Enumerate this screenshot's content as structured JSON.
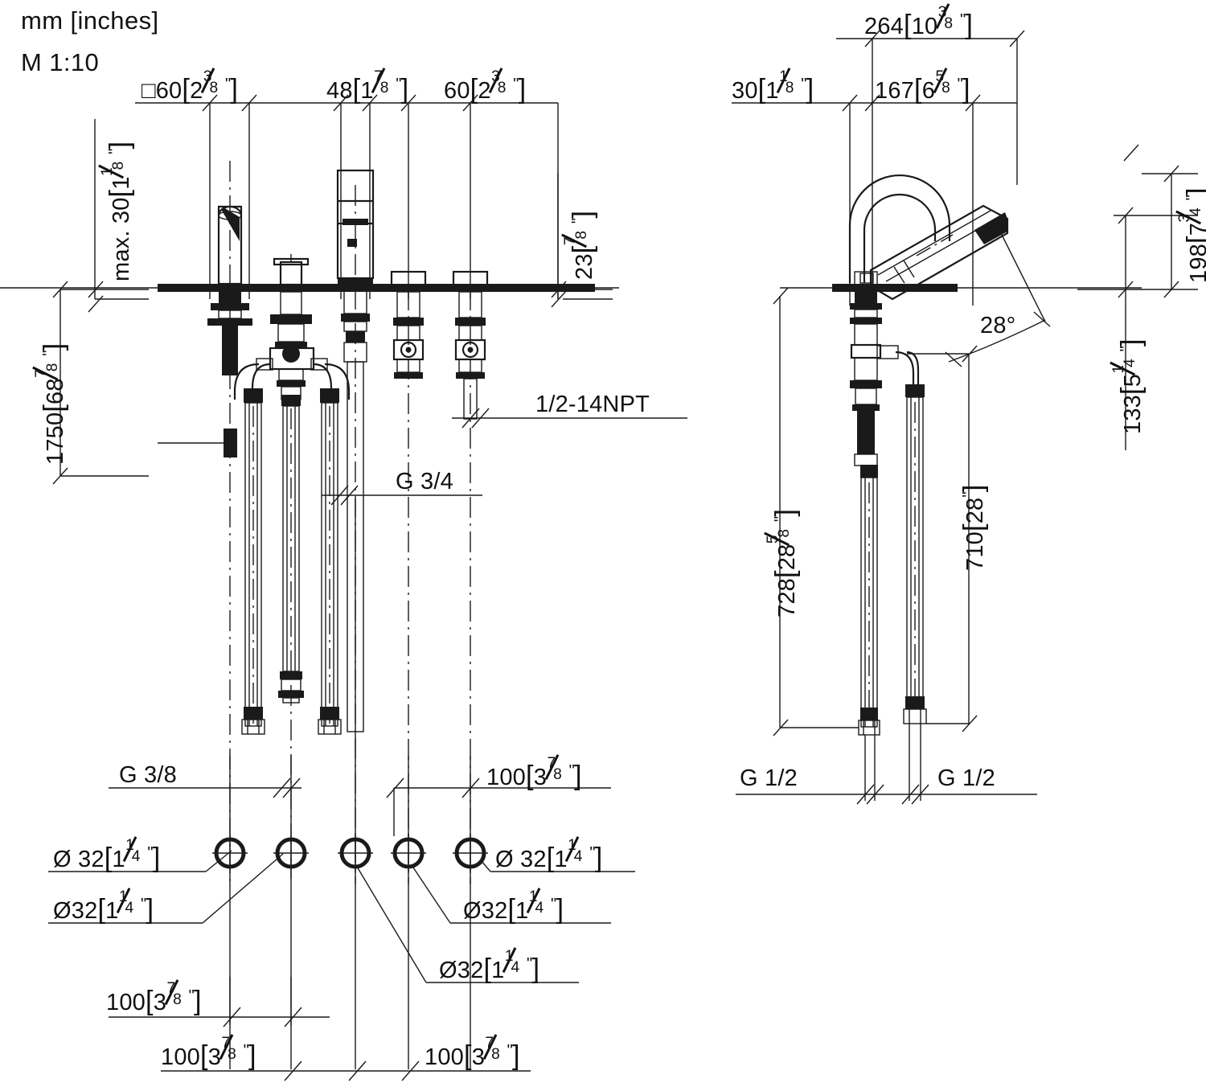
{
  "sheet": {
    "units_note": "mm [inches]",
    "scale_note": "M 1:10"
  },
  "left_view": {
    "top_dims": [
      {
        "id": "sq60",
        "prefix": "□",
        "mm": "60",
        "inch_whole": "2",
        "inch_num": "3",
        "inch_den": "8",
        "full": "□60[2 3/8\"]"
      },
      {
        "id": "d48",
        "prefix": "",
        "mm": "48",
        "inch_whole": "1",
        "inch_num": "7",
        "inch_den": "8",
        "full": "48[1 7/8\"]"
      },
      {
        "id": "d60",
        "prefix": "",
        "mm": "60",
        "inch_whole": "2",
        "inch_num": "3",
        "inch_den": "8",
        "full": "60[2 3/8\"]"
      }
    ],
    "vertical_dims": [
      {
        "id": "max30",
        "label_prefix": "max. 30",
        "mm": "30",
        "inch_whole": "1",
        "inch_num": "1",
        "inch_den": "8",
        "full": "max. 30[1 1/8\"]"
      },
      {
        "id": "d1750",
        "label_prefix": "1750",
        "mm": "1750",
        "inch_whole": "68",
        "inch_num": "7",
        "inch_den": "8",
        "full": "1750[68 7/8\"]"
      },
      {
        "id": "d23",
        "label_prefix": "23",
        "mm": "23",
        "inch_whole": "",
        "inch_num": "7",
        "inch_den": "8",
        "full": "23[7/8\"]"
      }
    ],
    "thread_labels": [
      {
        "id": "npt",
        "text": "1/2-14NPT"
      },
      {
        "id": "g34",
        "text": "G 3/4"
      },
      {
        "id": "g38",
        "text": "G 3/8"
      }
    ],
    "hole_labels": [
      {
        "id": "hole1",
        "text": "Ø 32 [1 1/4\"]",
        "sym": "Ø",
        "mm": "32",
        "inch_whole": "1",
        "inch_num": "1",
        "inch_den": "4"
      },
      {
        "id": "hole2",
        "text": "Ø 32 [1 1/4\"]",
        "sym": "Ø",
        "mm": "32",
        "inch_whole": "1",
        "inch_num": "1",
        "inch_den": "4"
      },
      {
        "id": "hole3",
        "text": "Ø 32 [1 1/4\"]",
        "sym": "Ø",
        "mm": "32",
        "inch_whole": "1",
        "inch_num": "1",
        "inch_den": "4"
      },
      {
        "id": "hole4",
        "text": "Ø 32 [1 1/4\"]",
        "sym": "Ø",
        "mm": "32",
        "inch_whole": "1",
        "inch_num": "1",
        "inch_den": "4"
      },
      {
        "id": "hole5",
        "text": "Ø 32 [1 1/4\"]",
        "sym": "Ø",
        "mm": "32",
        "inch_whole": "1",
        "inch_num": "1",
        "inch_den": "4"
      }
    ],
    "spacing_dims": [
      {
        "id": "sp_top_right",
        "mm": "100",
        "inch_whole": "3",
        "inch_num": "7",
        "inch_den": "8",
        "full": "100[3 7/8\"]"
      },
      {
        "id": "sp_row2_left",
        "mm": "100",
        "inch_whole": "3",
        "inch_num": "7",
        "inch_den": "8",
        "full": "100[3 7/8\"]"
      },
      {
        "id": "sp_row3_left",
        "mm": "100",
        "inch_whole": "3",
        "inch_num": "7",
        "inch_den": "8",
        "full": "100[3 7/8\"]"
      },
      {
        "id": "sp_row3_right",
        "mm": "100",
        "inch_whole": "3",
        "inch_num": "7",
        "inch_den": "8",
        "full": "100[3 7/8\"]"
      }
    ]
  },
  "right_view": {
    "top_dims": [
      {
        "id": "d264",
        "mm": "264",
        "inch_whole": "10",
        "inch_num": "3",
        "inch_den": "8",
        "full": "264[10 3/8\"]"
      },
      {
        "id": "d30",
        "mm": "30",
        "inch_whole": "1",
        "inch_num": "1",
        "inch_den": "8",
        "full": "30[1 1/8\"]"
      },
      {
        "id": "d167",
        "mm": "167",
        "inch_whole": "6",
        "inch_num": "5",
        "inch_den": "8",
        "full": "167[6 5/8\"]"
      }
    ],
    "right_dims": [
      {
        "id": "d198",
        "mm": "198",
        "inch_whole": "7",
        "inch_num": "3",
        "inch_den": "4",
        "full": "198[7 3/4\"]"
      },
      {
        "id": "d133",
        "mm": "133",
        "inch_whole": "5",
        "inch_num": "1",
        "inch_den": "4",
        "full": "133[5 1/4\"]"
      }
    ],
    "angle": {
      "id": "ang28",
      "text": "28°"
    },
    "lower_dims": [
      {
        "id": "d728",
        "mm": "728",
        "inch_whole": "28",
        "inch_num": "5",
        "inch_den": "8",
        "full": "728[28 5/8\"]"
      },
      {
        "id": "d710",
        "mm": "710",
        "inch_whole": "28",
        "inch_num": "",
        "inch_den": "",
        "full": "710[28\"]"
      }
    ],
    "thread_labels": [
      {
        "id": "g12_left",
        "text": "G 1/2"
      },
      {
        "id": "g12_right",
        "text": "G 1/2"
      }
    ]
  },
  "colors": {
    "line": "#1a1a1a",
    "background": "#ffffff"
  }
}
